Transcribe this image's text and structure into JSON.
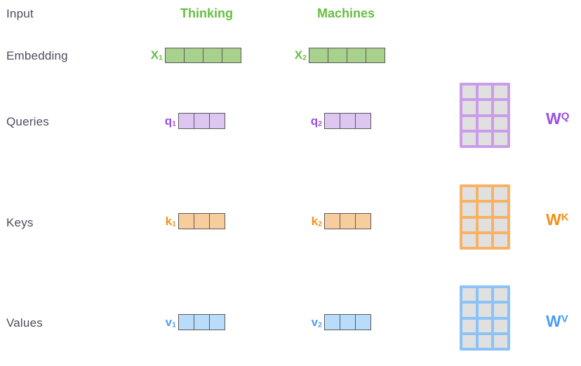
{
  "rows": [
    {
      "label": "Input"
    },
    {
      "label": "Embedding"
    },
    {
      "label": "Queries"
    },
    {
      "label": "Keys"
    },
    {
      "label": "Values"
    }
  ],
  "words": [
    {
      "label": "Thinking"
    },
    {
      "label": "Machines"
    }
  ],
  "vectors": {
    "x1": {
      "base": "X",
      "sub": "1",
      "cells": 4,
      "color": "green"
    },
    "x2": {
      "base": "X",
      "sub": "2",
      "cells": 4,
      "color": "green"
    },
    "q1": {
      "base": "q",
      "sub": "1",
      "cells": 3,
      "color": "purple"
    },
    "q2": {
      "base": "q",
      "sub": "2",
      "cells": 3,
      "color": "purple"
    },
    "k1": {
      "base": "k",
      "sub": "1",
      "cells": 3,
      "color": "orange"
    },
    "k2": {
      "base": "k",
      "sub": "2",
      "cells": 3,
      "color": "orange"
    },
    "v1": {
      "base": "v",
      "sub": "1",
      "cells": 3,
      "color": "blue"
    },
    "v2": {
      "base": "v",
      "sub": "2",
      "cells": 3,
      "color": "blue"
    }
  },
  "matrices": {
    "wq": {
      "base": "W",
      "sup": "Q",
      "rows": 4,
      "cols": 3,
      "cells": 12,
      "color": "purple"
    },
    "wk": {
      "base": "W",
      "sup": "K",
      "rows": 4,
      "cols": 3,
      "cells": 12,
      "color": "orange"
    },
    "wv": {
      "base": "W",
      "sup": "V",
      "rows": 4,
      "cols": 3,
      "cells": 12,
      "color": "blue"
    }
  },
  "palette": {
    "green_text": "#65bf41",
    "green_fill": "#a9d18e",
    "purple_text": "#9b51e0",
    "purple_fill": "#ddc6f2",
    "purple_grid": "#cb9cea",
    "orange_text": "#f39019",
    "orange_fill": "#f8cd9e",
    "orange_grid": "#f7b266",
    "blue_text": "#4d9ff2",
    "blue_fill": "#b9dcfa",
    "blue_grid": "#8bc3f7",
    "matrix_cell_fill": "#e0e0e0",
    "vector_border": "#595959",
    "row_label_text": "#4a4e5c"
  }
}
